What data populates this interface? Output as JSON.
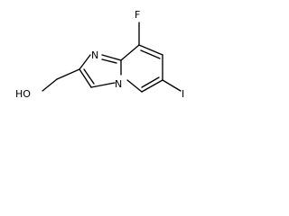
{
  "molecule": {
    "atoms": {
      "fluorine": "F",
      "iodine": "I",
      "hydroxyl": "HO",
      "ring_nitrogen_imidazole": "N",
      "bridgehead_nitrogen": "N"
    }
  },
  "colors": {
    "background": "#ffffff",
    "bond": "#000000",
    "text": "#000000"
  }
}
